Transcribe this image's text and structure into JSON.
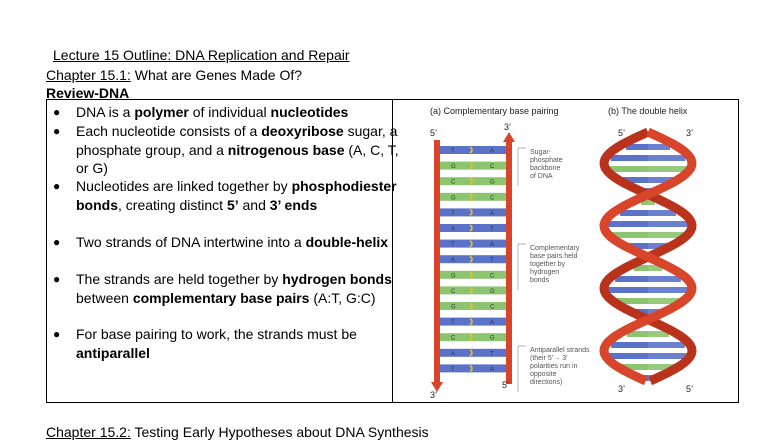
{
  "header": {
    "title": "Lecture 15 Outline: DNA Replication and Repair",
    "section1_num": "Chapter 15.1:",
    "section1_text": " What are Genes Made Of?",
    "review": "Review-DNA"
  },
  "bullets": [
    {
      "parts": [
        "DNA is a ",
        "polymer",
        " of individual ",
        "nucleotides"
      ]
    },
    {
      "parts": [
        "Each nucleotide consists of a ",
        "deoxyribose",
        " sugar, a phosphate group, and a ",
        "nitrogenous base",
        " (A, C, T, or G)"
      ]
    },
    {
      "parts": [
        "Nucleotides are linked together by ",
        "phosphodiester bonds",
        ", creating distinct ",
        "5’",
        " and ",
        "3’ ends"
      ]
    },
    {
      "parts": [
        "Two strands of DNA intertwine into a ",
        "double-helix"
      ]
    },
    {
      "parts": [
        "The strands are held together by ",
        "hydrogen bonds",
        " between ",
        "complementary base pairs",
        " (A:T, G:C)"
      ]
    },
    {
      "parts": [
        "For base pairing to work, the strands must be ",
        "antiparallel"
      ]
    }
  ],
  "figure": {
    "caption_a": "(a) Complementary base pairing",
    "caption_b": "(b) The double helix",
    "label_sugar": [
      "Sugar-",
      "phosphate",
      "backbone",
      "of DNA"
    ],
    "label_pairs": [
      "Complementary",
      "base pairs held",
      "together by",
      "hydrogen",
      "bonds"
    ],
    "label_anti": [
      "Antiparallel strands",
      "(their 5’→ 3’",
      "polarities run in",
      "opposite",
      "directions)"
    ],
    "end_5": "5’",
    "end_3": "3’",
    "pairs": [
      [
        "T",
        "A"
      ],
      [
        "G",
        "C"
      ],
      [
        "C",
        "G"
      ],
      [
        "G",
        "C"
      ],
      [
        "T",
        "A"
      ],
      [
        "A",
        "T"
      ],
      [
        "T",
        "A"
      ],
      [
        "A",
        "T"
      ],
      [
        "G",
        "C"
      ],
      [
        "C",
        "G"
      ],
      [
        "G",
        "C"
      ],
      [
        "T",
        "A"
      ],
      [
        "C",
        "G"
      ],
      [
        "A",
        "T"
      ],
      [
        "T",
        "A"
      ]
    ],
    "colors": {
      "blue": "#5b72c9",
      "green": "#8cc46f",
      "red": "#d9452b",
      "yellow": "#e8c02a"
    }
  },
  "footer": {
    "section2_num": "Chapter 15.2:",
    "section2_text": " Testing Early Hypotheses about DNA Synthesis"
  }
}
